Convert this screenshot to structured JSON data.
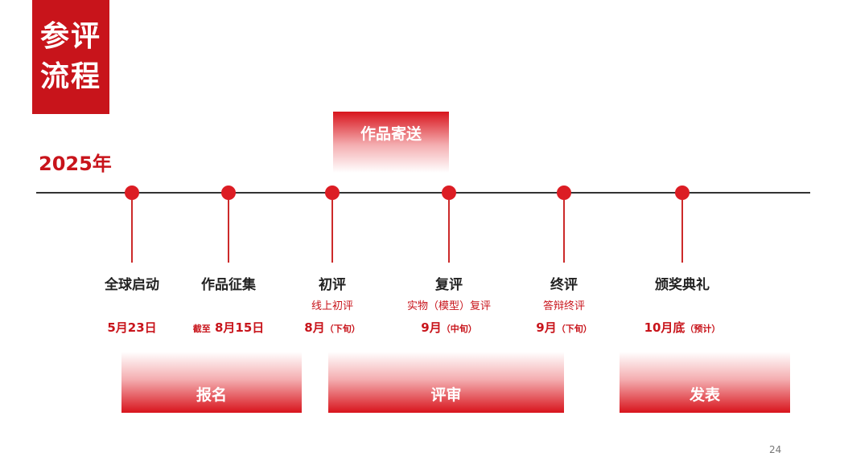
{
  "title": {
    "line1": "参评",
    "line2": "流程"
  },
  "year": "2025年",
  "top_box": {
    "label": "作品寄送"
  },
  "milestones": [
    {
      "label": "全球启动",
      "sub": "",
      "date_prefix": "",
      "date": "5月23日",
      "date_note": ""
    },
    {
      "label": "作品征集",
      "sub": "",
      "date_prefix": "截至",
      "date": "8月15日",
      "date_note": ""
    },
    {
      "label": "初评",
      "sub": "线上初评",
      "date_prefix": "",
      "date": "8月",
      "date_note": "（下旬）"
    },
    {
      "label": "复评",
      "sub": "实物（模型）复评",
      "date_prefix": "",
      "date": "9月",
      "date_note": "（中旬）"
    },
    {
      "label": "终评",
      "sub": "答辩终评",
      "date_prefix": "",
      "date": "9月",
      "date_note": "（下旬）"
    },
    {
      "label": "颁奖典礼",
      "sub": "",
      "date_prefix": "",
      "date": "10月底",
      "date_note": "（预计）"
    }
  ],
  "phases": [
    {
      "label": "报名"
    },
    {
      "label": "评审"
    },
    {
      "label": "发表"
    }
  ],
  "page_number": "24",
  "colors": {
    "accent": "#c8141b",
    "dot": "#dc1d24",
    "line": "#333333"
  }
}
